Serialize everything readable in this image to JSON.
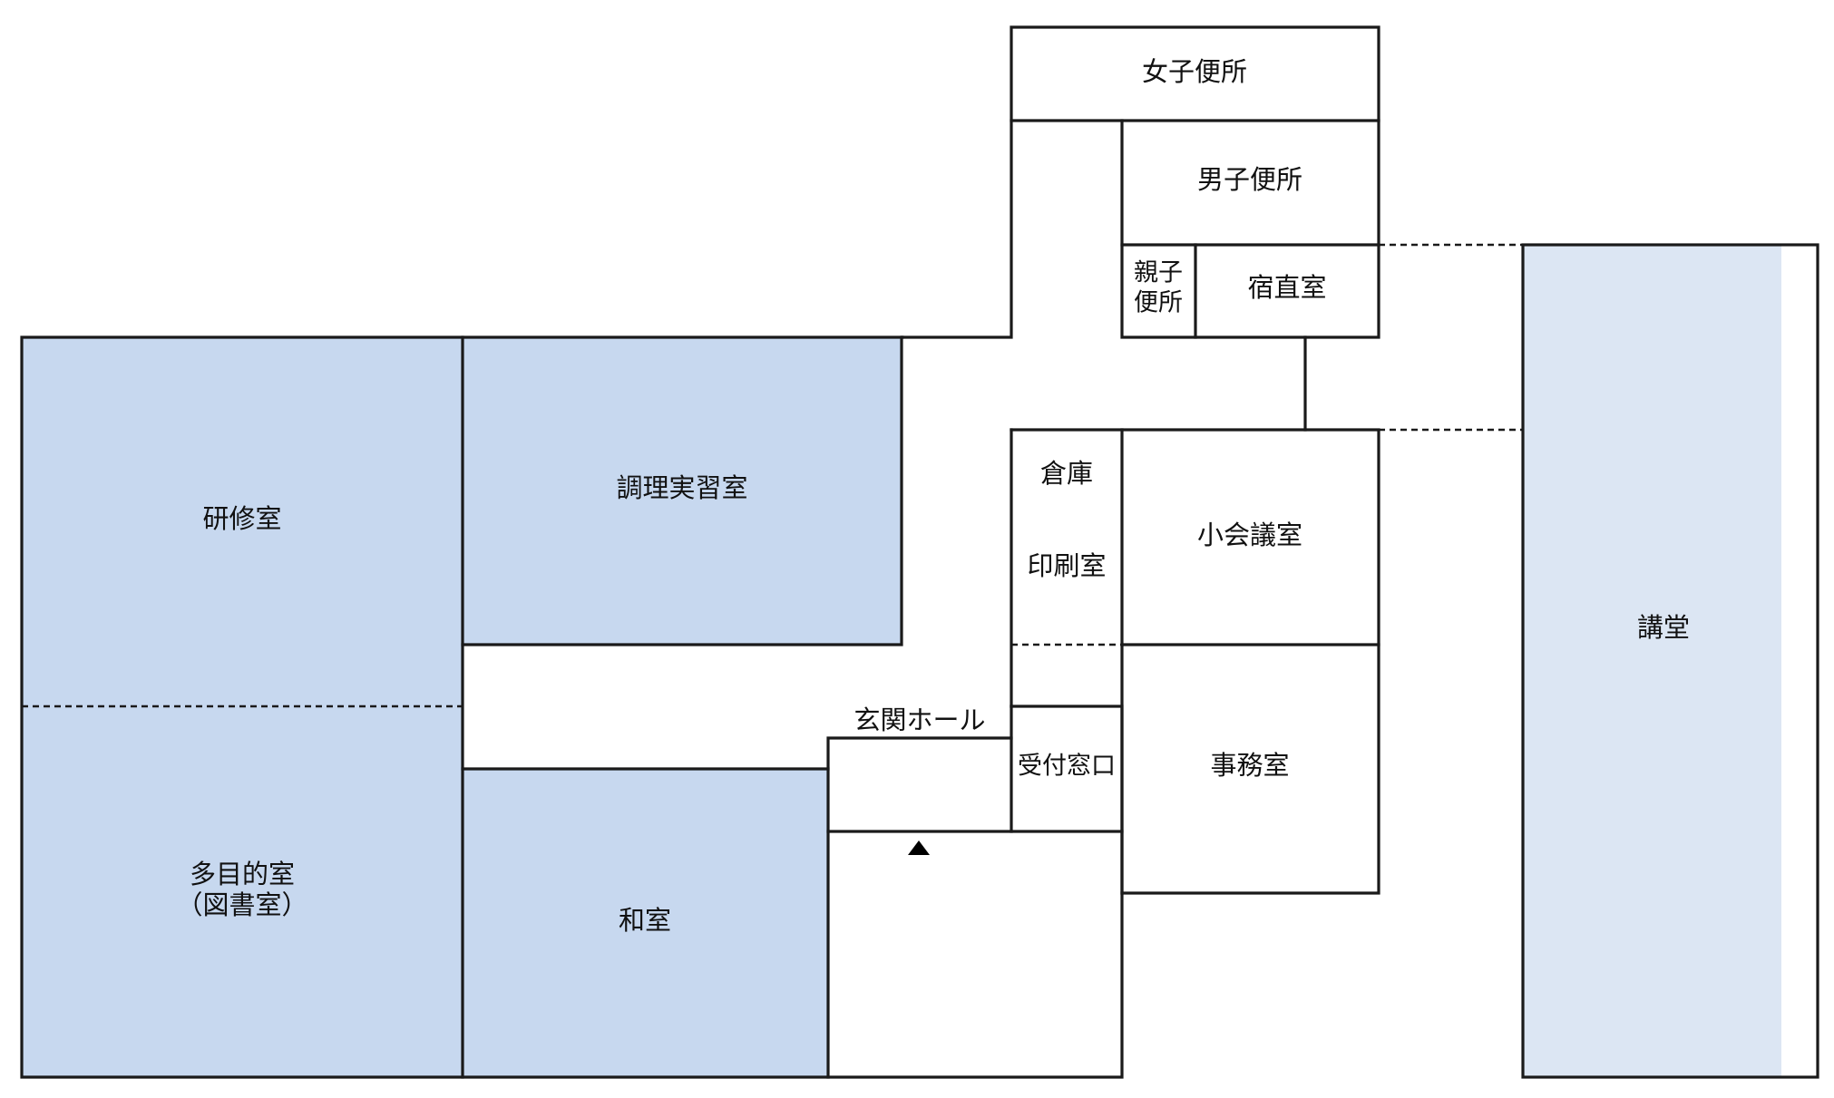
{
  "colors": {
    "room_fill": "#c7d8ef",
    "hall_fill": "#dce6f3",
    "wall": "#1a1a1a",
    "background": "#ffffff"
  },
  "rooms": {
    "kenshu": "研修室",
    "chori": "調理実習室",
    "tamokuteki_line1": "多目的室",
    "tamokuteki_line2": "（図書室）",
    "washitsu": "和室",
    "kodo": "講堂",
    "joshi_benjo": "女子便所",
    "danshi_benjo": "男子便所",
    "oyako_line1": "親子",
    "oyako_line2": "便所",
    "shukuchoku": "宿直室",
    "soko": "倉庫",
    "insatsu": "印刷室",
    "shokaigi": "小会議室",
    "jimu": "事務室",
    "uketsuke": "受付窓口",
    "genkan": "玄関ホール"
  },
  "icons": {
    "entrance": "entrance-triangle-icon"
  }
}
